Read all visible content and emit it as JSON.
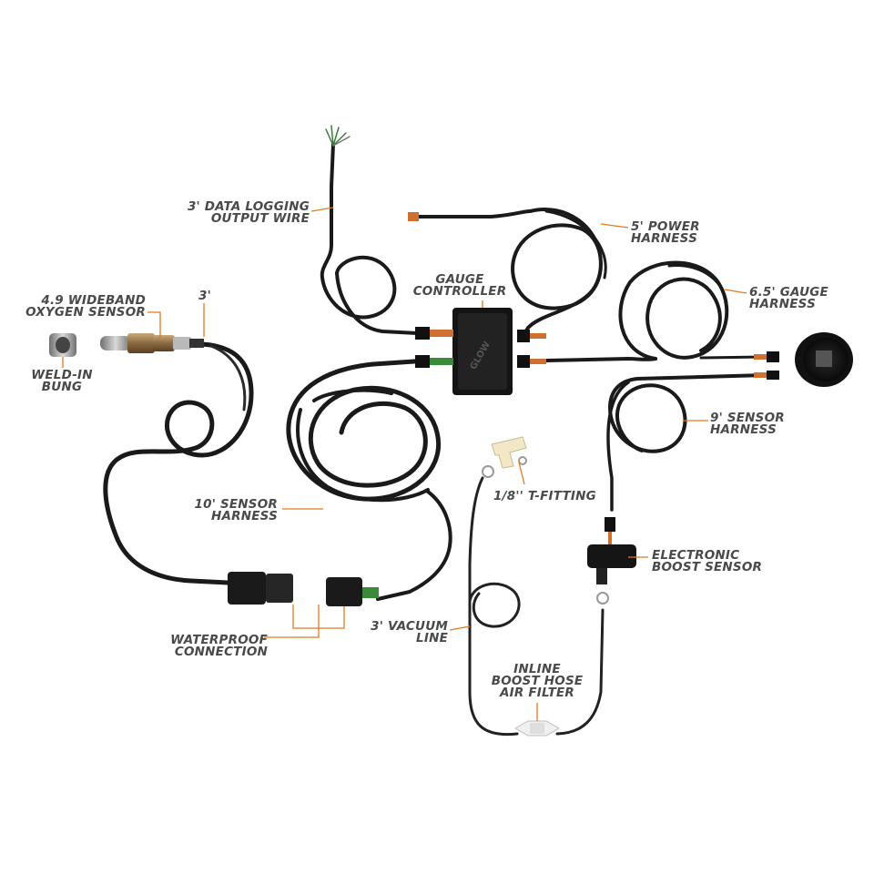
{
  "colors": {
    "leader": "#e07b1f",
    "label": "#4a4a4a",
    "cable": "#1a1a1a",
    "background": "#ffffff"
  },
  "labels": {
    "data_logging": [
      "3' DATA LOGGING",
      "OUTPUT WIRE"
    ],
    "power_harness": [
      "5' POWER",
      "HARNESS"
    ],
    "gauge_controller": [
      "GAUGE",
      "CONTROLLER"
    ],
    "gauge_harness": [
      "6.5' GAUGE",
      "HARNESS"
    ],
    "oxygen_sensor": [
      "4.9 WIDEBAND",
      "OXYGEN SENSOR"
    ],
    "three_foot": "3'",
    "weld_in_bung": [
      "WELD-IN",
      "BUNG"
    ],
    "sensor_harness_9": [
      "9' SENSOR",
      "HARNESS"
    ],
    "t_fitting": "1/8'' T-FITTING",
    "sensor_harness_10": [
      "10' SENSOR",
      "HARNESS"
    ],
    "boost_sensor": [
      "ELECTRONIC",
      "BOOST SENSOR"
    ],
    "waterproof": [
      "WATERPROOF",
      "CONNECTION"
    ],
    "vacuum_line": [
      "3' VACUUM",
      "LINE"
    ],
    "air_filter": [
      "INLINE",
      "BOOST HOSE",
      "AIR FILTER"
    ]
  },
  "icons": {
    "gauge": "round-gauge-icon",
    "controller": "controller-box-icon",
    "sensor": "oxygen-sensor-icon",
    "bung": "weld-bung-icon",
    "boost_sensor": "boost-sensor-icon",
    "t_fitting": "t-fitting-icon",
    "filter": "inline-filter-icon"
  }
}
